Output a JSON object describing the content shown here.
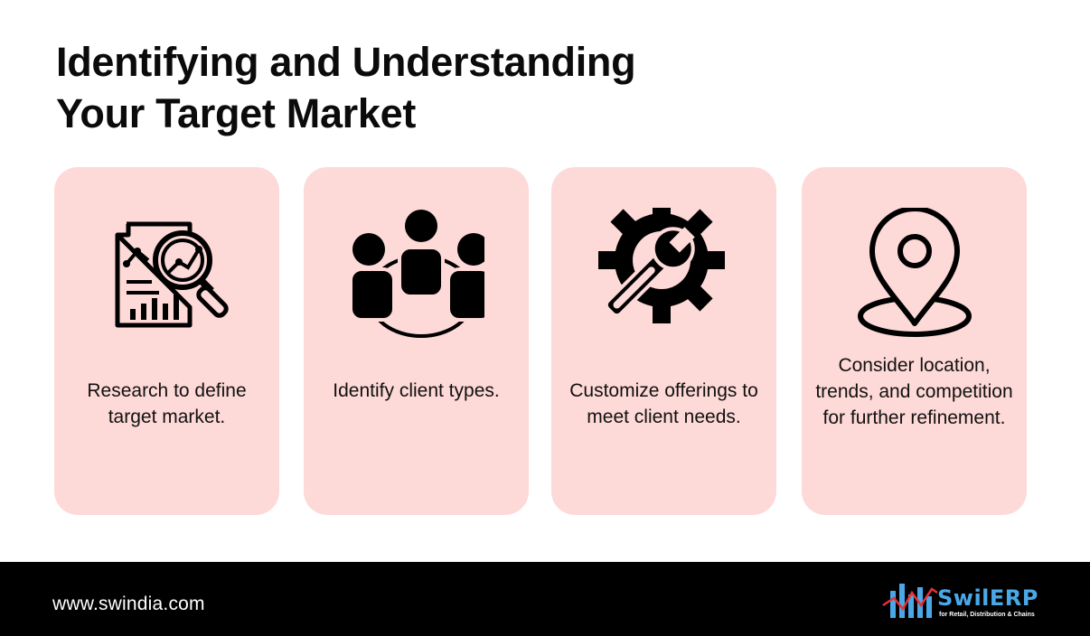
{
  "title": {
    "line1": "Identifying and Understanding",
    "line2": "Your Target Market"
  },
  "cards": [
    {
      "icon": "market-research-icon",
      "text": "Research to define target market."
    },
    {
      "icon": "client-group-icon",
      "text": "Identify client types."
    },
    {
      "icon": "gear-wrench-icon",
      "text": "Customize offerings to meet client needs."
    },
    {
      "icon": "location-pin-icon",
      "text": "Consider location, trends, and competition for further refinement."
    }
  ],
  "footer": {
    "url": "www.swindia.com",
    "logo_name": "SwilERP",
    "logo_tagline": "for Retail, Distribution & Chains"
  },
  "colors": {
    "card_bg": "#fdd9d7",
    "footer_bg": "#000000",
    "logo_blue": "#4aa8e8",
    "logo_red": "#e8303a"
  }
}
